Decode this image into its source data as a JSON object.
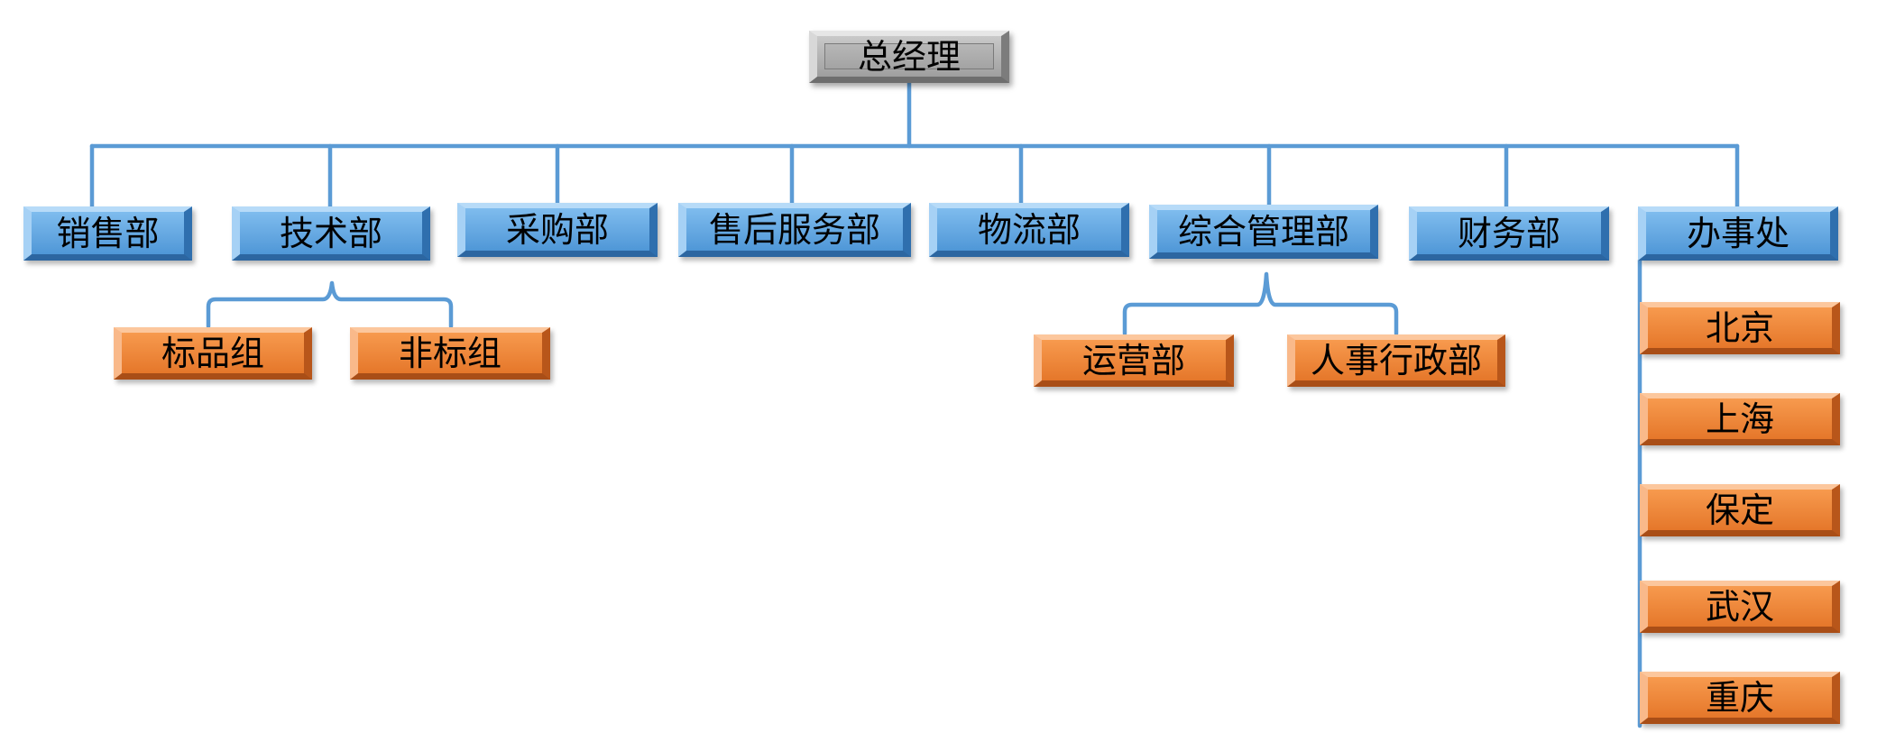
{
  "root": {
    "label": "总经理"
  },
  "departments": {
    "sales": {
      "label": "销售部"
    },
    "tech": {
      "label": "技术部",
      "children": [
        {
          "label": "标品组"
        },
        {
          "label": "非标组"
        }
      ]
    },
    "purchasing": {
      "label": "采购部"
    },
    "after_sales": {
      "label": "售后服务部"
    },
    "logistics": {
      "label": "物流部"
    },
    "general_admin": {
      "label": "综合管理部",
      "children": [
        {
          "label": "运营部"
        },
        {
          "label": "人事行政部"
        }
      ]
    },
    "finance": {
      "label": "财务部"
    },
    "office": {
      "label": "办事处",
      "children": [
        {
          "label": "北京"
        },
        {
          "label": "上海"
        },
        {
          "label": "保定"
        },
        {
          "label": "武汉"
        },
        {
          "label": "重庆"
        }
      ]
    }
  },
  "colors": {
    "connector": "#5b9bd5",
    "root_fill": "#a6a6a6",
    "department_fill": "#5b9bd5",
    "sub_unit_fill": "#ed7d31"
  }
}
